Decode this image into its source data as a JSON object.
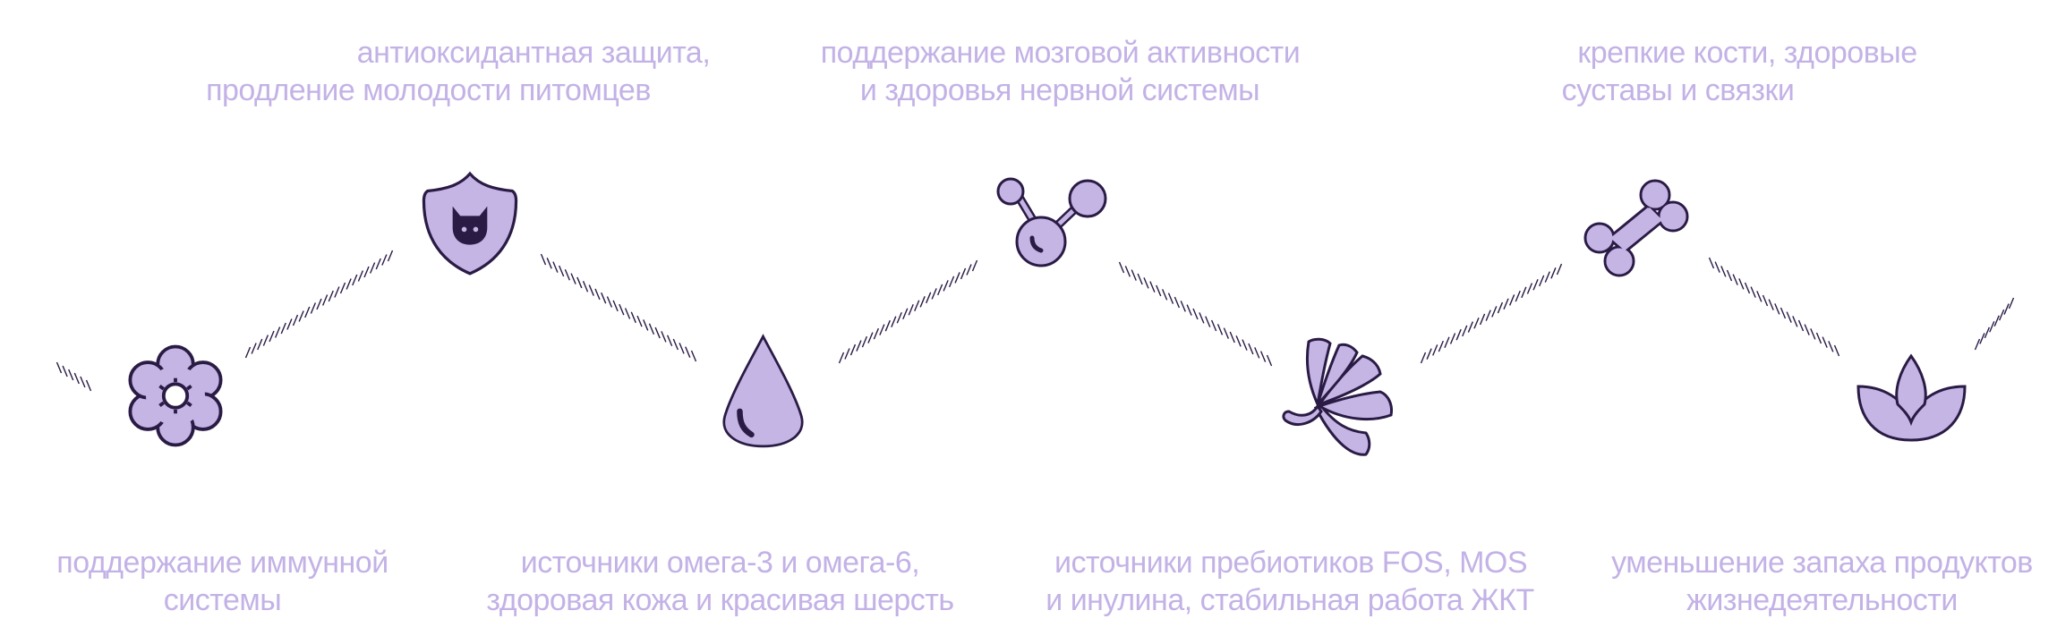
{
  "colors": {
    "text": "#c3b2e6",
    "icon_fill": "#c5b5e5",
    "icon_stroke": "#2a1b45"
  },
  "benefits_top": [
    {
      "lines": [
        "антиоксидантная защита,",
        "продление молодости питомцев"
      ],
      "icon": "shield-cat-icon"
    },
    {
      "lines": [
        "поддержание мозговой активности",
        "и здоровья нервной системы"
      ],
      "icon": "molecule-icon"
    },
    {
      "lines": [
        "крепкие кости, здоровые",
        "суставы и связки"
      ],
      "icon": "bone-icon"
    }
  ],
  "benefits_bottom": [
    {
      "lines": [
        "поддержание иммунной",
        "системы"
      ],
      "icon": "flower-icon"
    },
    {
      "lines": [
        "источники омега-3 и омега-6,",
        "здоровая кожа и красивая шерсть"
      ],
      "icon": "drop-icon"
    },
    {
      "lines": [
        "источники пребиотиков FOS, MOS",
        "и инулина, стабильная работа ЖКТ"
      ],
      "icon": "shell-icon"
    },
    {
      "lines": [
        "уменьшение запаха продуктов",
        "жизнедеятельности"
      ],
      "icon": "lotus-icon"
    }
  ]
}
